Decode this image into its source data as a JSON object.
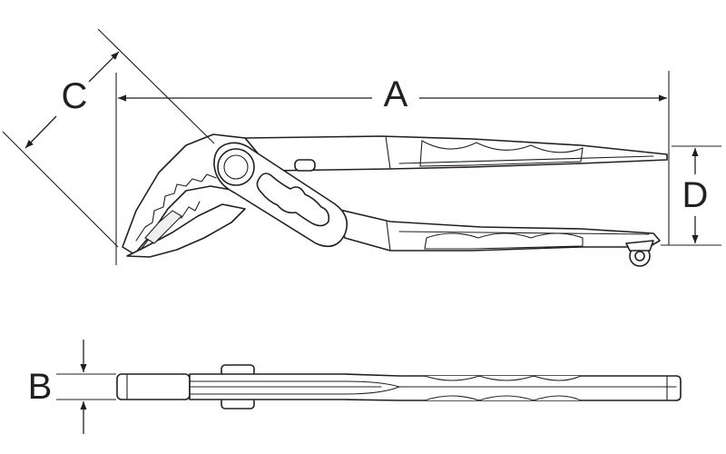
{
  "dimensions": {
    "A": {
      "label": "A"
    },
    "B": {
      "label": "B"
    },
    "C": {
      "label": "C"
    },
    "D": {
      "label": "D"
    }
  },
  "colors": {
    "line": "#231f20",
    "background": "#ffffff"
  }
}
